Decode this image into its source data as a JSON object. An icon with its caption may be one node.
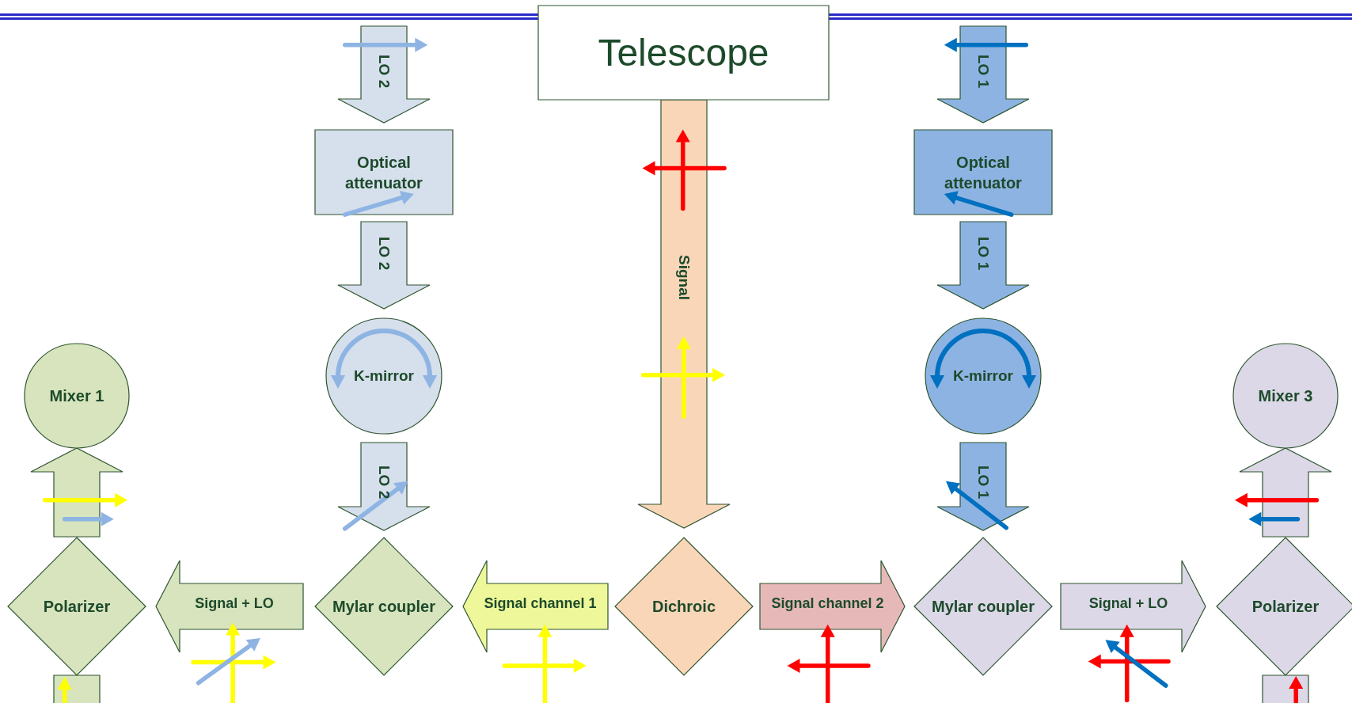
{
  "diagram": {
    "nodes": [
      {
        "text": [
          "Telescope"
        ]
      },
      {
        "text": [
          "Optical attenuator"
        ]
      },
      {
        "text": [
          "Optical attenuator"
        ]
      },
      {
        "text": [
          "Mixer 1"
        ]
      },
      {
        "text": [
          "K-mirror"
        ]
      },
      {
        "text": [
          "K-mirror"
        ]
      },
      {
        "text": [
          "Mixer 3"
        ]
      },
      {
        "text": [
          "Polarizer"
        ]
      },
      {
        "text": [
          "Mylar coupler"
        ]
      },
      {
        "text": [
          "Dichroic"
        ]
      },
      {
        "text": [
          "Mylar coupler"
        ]
      },
      {
        "text": [
          "Polarizer"
        ]
      }
    ],
    "edges": [
      {
        "from": null,
        "to": 1,
        "arrow": "to",
        "label": "LO 2",
        "style": "thick"
      },
      {
        "from": null,
        "to": 2,
        "arrow": "to",
        "label": "LO 1",
        "style": "thick"
      },
      {
        "from": 0,
        "to": 9,
        "arrow": "to",
        "label": "Signal",
        "style": "thick"
      },
      {
        "from": 1,
        "to": 4,
        "arrow": "to",
        "label": "LO 2",
        "style": "thick"
      },
      {
        "from": 2,
        "to": 5,
        "arrow": "to",
        "label": "LO 1",
        "style": "thick"
      },
      {
        "from": 4,
        "to": 8,
        "arrow": "to",
        "label": "LO 2",
        "style": "thick"
      },
      {
        "from": 5,
        "to": 10,
        "arrow": "to",
        "label": "LO 1",
        "style": "thick"
      },
      {
        "from": 7,
        "to": 3,
        "arrow": "to",
        "style": "thick"
      },
      {
        "from": 11,
        "to": 6,
        "arrow": "to",
        "style": "thick"
      },
      {
        "from": 8,
        "to": 7,
        "arrow": "to",
        "label": "Signal + LO",
        "style": "thick"
      },
      {
        "from": 9,
        "to": 8,
        "arrow": "to",
        "label": "Signal channel 1",
        "style": "thick"
      },
      {
        "from": 9,
        "to": 10,
        "arrow": "to",
        "label": "Signal channel 2",
        "style": "thick"
      },
      {
        "from": 10,
        "to": 11,
        "arrow": "to",
        "label": "Signal + LO",
        "style": "thick"
      },
      {
        "from": 7,
        "to": null,
        "arrow": "none",
        "style": "thick"
      },
      {
        "from": 11,
        "to": null,
        "arrow": "none",
        "style": "thick"
      }
    ]
  }
}
